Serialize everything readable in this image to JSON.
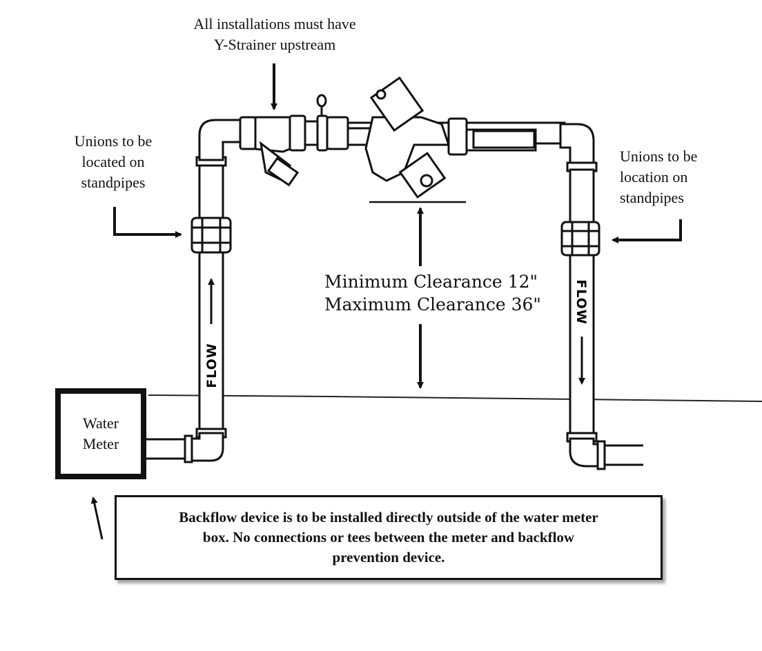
{
  "labels": {
    "y_strainer": [
      "All installations must have",
      "Y-Strainer upstream"
    ],
    "unions_left": [
      "Unions to be",
      "located on",
      "standpipes"
    ],
    "unions_right": [
      "Unions to be",
      "location on",
      "standpipes"
    ],
    "clearance": [
      "Minimum Clearance 12\"",
      "Maximum Clearance 36\""
    ],
    "flow_left": "FLOW",
    "flow_right": "FLOW",
    "meter": [
      "Water",
      "Meter"
    ],
    "note": [
      "Backflow device is to be installed directly outside of the water meter",
      "box. No connections or tees between the meter and backflow",
      "prevention device."
    ]
  }
}
